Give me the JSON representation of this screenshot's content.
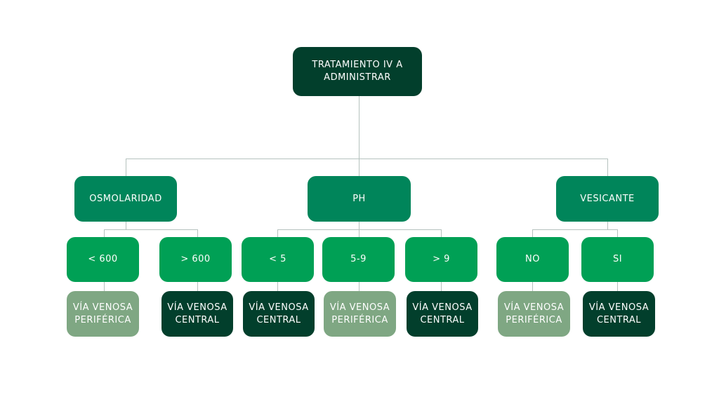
{
  "root": "TRATAMIENTO IV A ADMINISTRAR",
  "criteria": [
    "OSMOLARIDAD",
    "PH",
    "VESICANTE"
  ],
  "conditions": [
    "< 600",
    "> 600",
    "< 5",
    "5-9",
    "> 9",
    "NO",
    "SI"
  ],
  "results": [
    "VÍA VENOSA PERIFÉRICA",
    "VÍA VENOSA CENTRAL",
    "VÍA VENOSA CENTRAL",
    "VÍA VENOSA PERIFÉRICA",
    "VÍA VENOSA CENTRAL",
    "VÍA VENOSA PERIFÉRICA",
    "VÍA VENOSA CENTRAL"
  ],
  "colors": {
    "root": "#023f2c",
    "criteria": "#00855a",
    "conditions": "#00a055",
    "peripheral": "#7fa783",
    "central": "#023f2c",
    "lines": "#b5c2be"
  }
}
